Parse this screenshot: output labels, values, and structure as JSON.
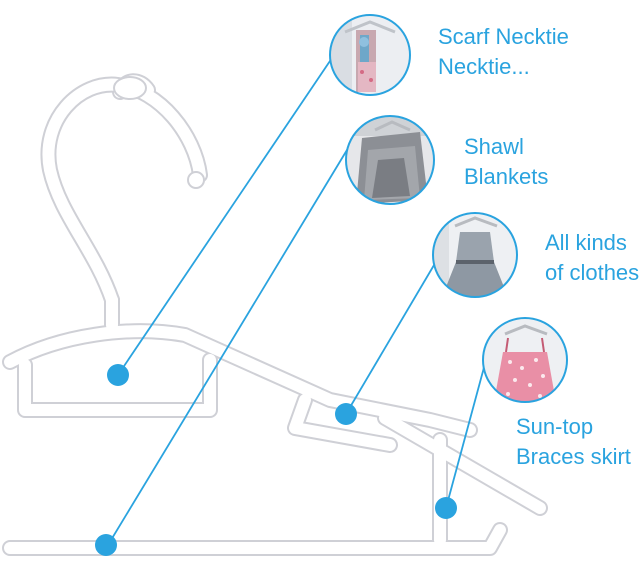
{
  "colors": {
    "accent": "#2aa3df",
    "hanger": "#ffffff",
    "hanger_outline": "#cfcfd4"
  },
  "callouts": [
    {
      "id": "scarf",
      "lines": [
        "Scarf Necktie",
        "Necktie..."
      ],
      "thumbnail": "scarf-on-hanger-photo"
    },
    {
      "id": "shawl",
      "lines": [
        "Shawl",
        "Blankets"
      ],
      "thumbnail": "shawl-on-hanger-photo"
    },
    {
      "id": "clothes",
      "lines": [
        "All kinds",
        "of clothes"
      ],
      "thumbnail": "dress-on-hanger-photo"
    },
    {
      "id": "suntop",
      "lines": [
        "Sun-top",
        "Braces skirt"
      ],
      "thumbnail": "sun-top-on-hanger-photo"
    }
  ]
}
